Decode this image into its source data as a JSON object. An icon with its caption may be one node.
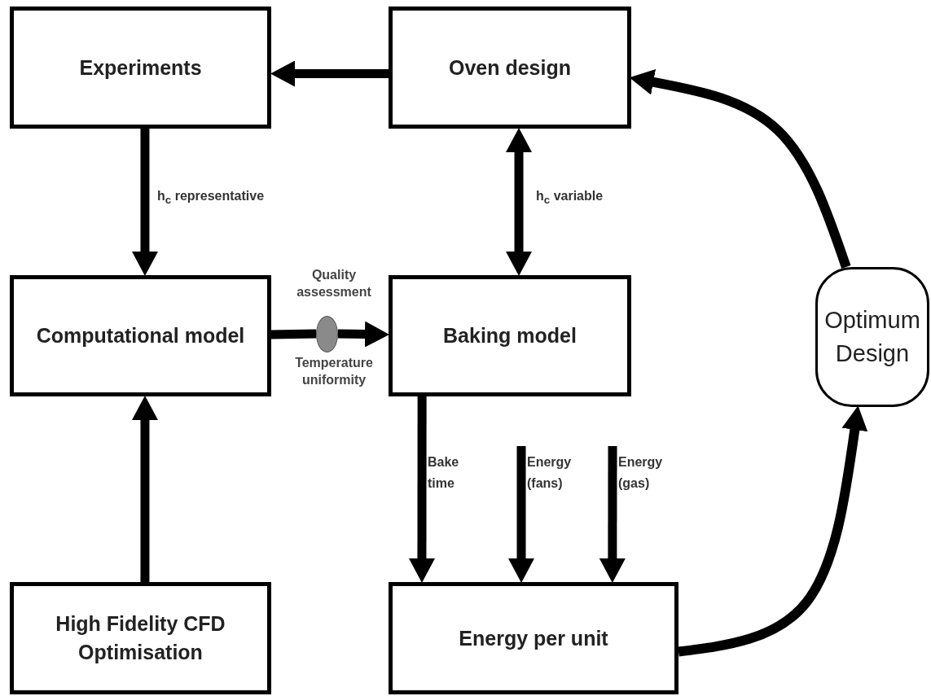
{
  "diagram": {
    "nodes": [
      {
        "text": [
          "Experiments"
        ]
      },
      {
        "text": [
          "Oven design"
        ]
      },
      {
        "text": [
          "Computational  model"
        ]
      },
      {
        "text": [
          "Baking model"
        ]
      },
      {
        "text": [
          "Optimum Design"
        ]
      },
      {
        "text": [
          "High Fidelity CFD Optimisation"
        ]
      },
      {
        "text": [
          "Energy per unit"
        ]
      },
      {
        "text": [],
        "shape": "circle",
        "beside": [
          "Quality assessment",
          "Temperature uniformity"
        ]
      }
    ],
    "edges": [
      {
        "from": 1,
        "to": 0,
        "arrow": "to"
      },
      {
        "from": 0,
        "to": 2,
        "arrow": "to",
        "label": "h$_{c}$ representative"
      },
      {
        "from": 1,
        "to": 3,
        "arrow": "both",
        "label": "h$_{c}$ variable"
      },
      {
        "from": 2,
        "to": 7,
        "arrow": "none"
      },
      {
        "from": 7,
        "to": 3,
        "arrow": "to"
      },
      {
        "from": 5,
        "to": 2,
        "arrow": "to"
      },
      {
        "from": 3,
        "to": 6,
        "arrow": "to",
        "label": "Bake time"
      },
      {
        "from": null,
        "to": 6,
        "arrow": "to",
        "label": "Energy (fans)"
      },
      {
        "from": null,
        "to": 6,
        "arrow": "to",
        "label": "Energy (gas)"
      },
      {
        "from": 6,
        "to": 4,
        "arrow": "to"
      },
      {
        "from": 4,
        "to": 1,
        "arrow": "to"
      }
    ]
  }
}
